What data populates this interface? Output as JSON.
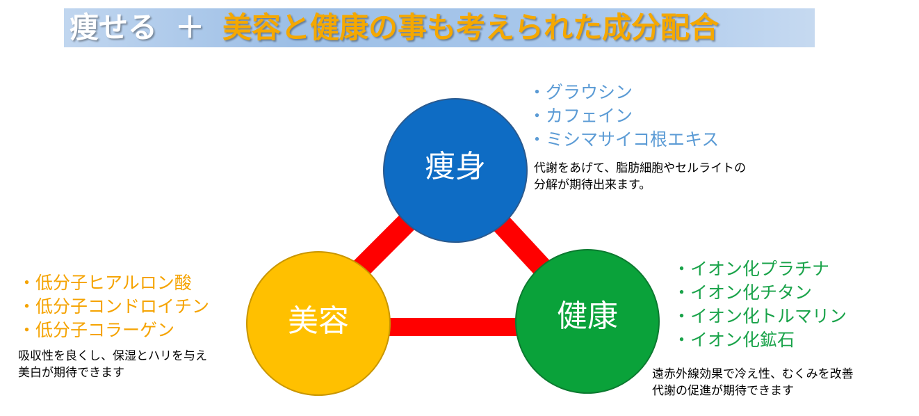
{
  "title": {
    "part1": "痩せる",
    "plus": "＋",
    "part2": "美容と健康の事も考えられた成分配合"
  },
  "nodes": {
    "slim": {
      "label": "痩身",
      "color": "#0e6cc4",
      "text_color": "#5b9bd5",
      "ingredients": [
        "・グラウシン",
        "・カフェイン",
        "・ミシマサイコ根エキス"
      ],
      "desc": [
        "代謝をあげて、脂肪細胞やセルライトの",
        "分解が期待出来ます。"
      ]
    },
    "beauty": {
      "label": "美容",
      "color": "#ffc000",
      "text_color": "#f5a300",
      "ingredients": [
        "・低分子ヒアルロン酸",
        "・低分子コンドロイチン",
        "・低分子コラーゲン"
      ],
      "desc": [
        "吸収性を良くし、保湿とハリを与え",
        "美白が期待できます"
      ]
    },
    "health": {
      "label": "健康",
      "color": "#0aa23a",
      "text_color": "#1aa34a",
      "ingredients": [
        "・イオン化プラチナ",
        "・イオン化チタン",
        "・イオン化トルマリン",
        "・イオン化鉱石"
      ],
      "desc": [
        "遠赤外線効果で冷え性、むくみを改善",
        "代謝の促進が期待できます"
      ]
    }
  },
  "connector_color": "#ff0000"
}
